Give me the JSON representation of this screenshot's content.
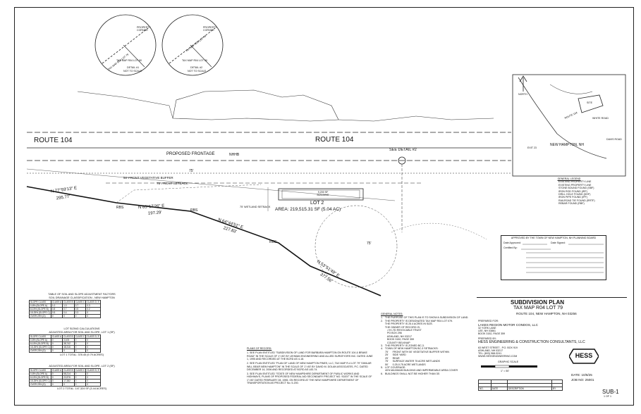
{
  "road": {
    "route_left": "ROUTE 104",
    "route_right": "ROUTE 104",
    "proposed_frontage": "PROPOSED FRONTAGE",
    "nhhb": "NHHB",
    "see_detail_2": "SEE DETAIL #2",
    "vegetative_buffer": "50' FRONT VEGETATIVE BUFFER",
    "front_setback": "75' FRONT SETBACK",
    "dim_75": "75'",
    "wetland_setback": "75' WETLAND SETBACK",
    "dim_75b": "75'"
  },
  "lot": {
    "lot_name": "LOT 2",
    "area": "AREA: 219,515.31 SF (5.04 AC)",
    "building": "9,200 SF BUILDING"
  },
  "bearings": {
    "b1": "N 77°59'13\" E",
    "b1_dist": "295.77'",
    "b2": "N 65°17'26\" E",
    "b2_dist": "197.29'",
    "b3": "N 64°44'51\" E",
    "b3_dist": "227.83'",
    "b4": "N 53°51'49\" E",
    "b4_dist": "377.56'",
    "rbs1": "RBS",
    "rbs2": "RBS",
    "rbs3": "RBS"
  },
  "details": {
    "detail1_label": "DETAIL #1",
    "detail2_label": "DETAIL #2",
    "not_to_scale": "NOT TO SCALE",
    "property_corner": "PROPERTY CORNER",
    "tax_map_1": "TAX MAP R04 LOT 79",
    "tax_map_2": "TAX MAP R04 LOT 79",
    "tax_map_3": "TAX MAP R04 LOT 80",
    "tax_map_4": "TAX MAP R04 LOT 80"
  },
  "locus": {
    "north": "NORTH",
    "site": "SITE",
    "town": "NEW HAMPTON, NH",
    "exit": "EXIT 23",
    "rt104": "ROUTE 104",
    "road2": "WHITE ROAD",
    "road3": "DAVIS ROAD"
  },
  "legend": {
    "title": "GENERAL LEGEND",
    "items": [
      "EXISTING PROPERTY LINE",
      "EXISTING PROPERTY LINE",
      "STONE BOUND FOUND (SBF)",
      "IRON ROD FOUND (IRF)",
      "DRILL HOLE FOUND (DHF)",
      "IRON PIPE FOUND (IPF)",
      "RAILROAD TIE FOUND (RRTF)",
      "REBAR FOUND (RBF)"
    ]
  },
  "approval": {
    "heading": "APPROVED BY THE TOWN OF NEW HAMPTON, NH PLANNING BOARD",
    "date_approved": "Date Approved:",
    "date_signed": "Date Signed:",
    "certified_by": "Certified By:"
  },
  "title_block": {
    "title": "SUBDIVISION PLAN",
    "tax_map": "TAX MAP R04 LOT 79",
    "location": "ROUTE 104, NEW HAMPTON, NH 03256",
    "prepared_for_label": "PREPARED FOR:",
    "prepared_for": [
      "LAKES REGION MOTOR CONDOS, LLC",
      "32 YORK LANE",
      "LEE, NH 03861",
      "BOOK 3152, PAGE 359"
    ],
    "prepared_by_label": "PREPARED BY:",
    "prepared_by": "HESS ENGINEERING & CONSTRUCTION CONSULTANTS, LLC",
    "address": [
      "63 WEST STREET - P.O. BOX 919",
      "ASHLAND, NH 03217",
      "TEL: (603) 968-3241",
      "WWW.HESSENGINEERING.COM"
    ],
    "scale_label": "GRAPHIC SCALE",
    "scale_value": "1\" = 50'",
    "date": "DATE: 10/6/25",
    "job_no": "JOB NO: 25001",
    "sheet": "SUB-1",
    "sheet_of": "1 OF 1",
    "revisions_headers": [
      "NO.",
      "DATE",
      "DESCRIPTION",
      "BY"
    ],
    "logo": "HESS"
  },
  "tables": {
    "soil_title": "TABLE OF SOIL AND SLOPE ADJUSTMENT FACTORS",
    "soil_subtitle": "SOIL DRAINAGE CLASSIFICATION - NEW HAMPTON",
    "soil_headers": [
      "SLOPE CLASS",
      "CLASS A",
      "CLASS B",
      "CLASS C",
      "CLASS D, E"
    ],
    "soil_rows": [
      [
        "0-8% (SLOPE A)",
        "1.0",
        "1.0",
        "0.7",
        "0.3"
      ],
      [
        "8-15% (SLOPE B)",
        "0.8",
        "0.7",
        "0.5",
        "0.2"
      ],
      [
        "15-25% (SLOPE C)",
        "0.5",
        "0.4",
        "0.3",
        "0"
      ],
      [
        "OVER 25% (D)",
        "0",
        "0",
        "0",
        "0"
      ]
    ],
    "lot1_title": "LOT SIZING CALCULATIONS",
    "lot1_subtitle": "ADJUSTED AREA FOR SOIL AND SLOPE, LOT 1 (SF)",
    "lot1_headers": [
      "SLOPE CLASS",
      "CLASS A",
      "CLASS B",
      "CLASS C",
      "CLASS D, E"
    ],
    "lot1_rows": [
      [
        "0-8% (SLOPE A)",
        "0",
        "3,105",
        "0",
        "0"
      ],
      [
        "8-15% (SLOPE B)",
        "0",
        "38,742",
        "0",
        "0"
      ],
      [
        "15-25% (SLOPE C)",
        "0",
        "48,316",
        "0",
        "0"
      ],
      [
        "OVER 25% (D)",
        "0",
        "0",
        "0",
        "0"
      ]
    ],
    "lot1_total": "LOT 1 TOTAL: 378.45 (9.79 ACRES)",
    "lot2_subtitle": "ADJUSTED AREA FOR SOIL AND SLOPE, LOT 2 (SF)",
    "lot2_headers": [
      "SLOPE CLASS",
      "CLASS A",
      "CLASS B",
      "CLASS C",
      "CLASS D, E"
    ],
    "lot2_rows": [
      [
        "0-8% (SLOPE A)",
        "0",
        "58,214",
        "0",
        "0"
      ],
      [
        "8-15% (SLOPE B)",
        "0",
        "22,876",
        "0",
        "0"
      ],
      [
        "15-25% (SLOPE C)",
        "0",
        "17,382",
        "0",
        "0"
      ],
      [
        "OVER 25% (D)",
        "0",
        "0",
        "0",
        "0"
      ]
    ],
    "lot2_total": "LOT 2 TOTAL: 147,324 SF (3.44 ACRES)"
  },
  "plans_of_record": {
    "title": "PLANS OF RECORD:",
    "items": [
      "1.   SEE PLAN ENTITLED \"SUBDIVISION OF LAND FOR BARBARA HAMPTON ON ROUTE 104 & BRAKE ROAD\" IN THE SCALE OF 1\"=50' BY LEHMAN ENGINEERING AND ALLIED SURVEYORS INC. DATED JUNE 1, 1995 AND RECORDED AT THE BCRD AS 4-18.",
      "2.   SEE PLAN ENTITLED \"PLAN OF LAND OF NEW HAMPTON PINES, LLC, TAX MAP R-4 LOT 79\" SIMILAR WILL BEAR NEW HAMPTON\" IN THE SCALE OF 1\"=50' BY DAVID M. DOLAN ASSOCIATES, P.C. DATED DECEMBER 14, 2006 AND RECORDED AT BCRD AS L83-74.",
      "3.   SEE PLAN ENTITLED \"STATE OF NEW HAMPSHIRE DEPARTMENT OF PUBLIC WORKS AND HIGHWAYS, PLANS OF PROPOSED FEDERAL AID SECONDARY PROJECT NO. S0207\" IN THE SCALE OF 1\"=50' DATED FEBRUARY 28, 1955, ON RECORD AT THE NEW HAMPSHIRE DEPARTMENT OF TRANSPORTATION AS PROJECT No. 5-200."
    ]
  },
  "general_notes": {
    "title": "GENERAL NOTES:",
    "items": [
      "1.   THE PURPOSE OF THIS PLAN IS TO SHOW A SUBDIVISION OF LAND.",
      "2.   THE PROPERTY IS DESIGNATED TAX MAP R04 LOT 079.",
      "      THE PROPERTY IS 25.4 ACRES IN SIZE.",
      "      THE OWNER OF RECORD IS:",
      "         J H LTD REVOCABLE TRUST",
      "         PO BOX 296",
      "         ASHLAND, NH 03217",
      "         BOOK 3152, PAGE 359",
      "         COUNTY BELKNAP",
      "3.   THE PROPERTY IS ZONED BC-3.",
      "4.   TOWN OF NEW HAMPTON BC-3 SETBACKS:",
      "      75'      FRONT WITH 50' VEGETATIVE BUFFER WITHIN",
      "      25'      SIDE YARD",
      "      25'      REAR",
      "      75'      SURFACE WATER 75 ACRE WETLANDS",
      "      50'      0.25-0.75 ACRE WETLANDS",
      "5.   LOT COVERAGE:",
      "      40% MAXIMUM BUILDING AND IMPERMEABLE AREA COVER",
      "6.   BUILDINGS SHALL NOT BE HIGHER THAN 35'."
    ]
  }
}
